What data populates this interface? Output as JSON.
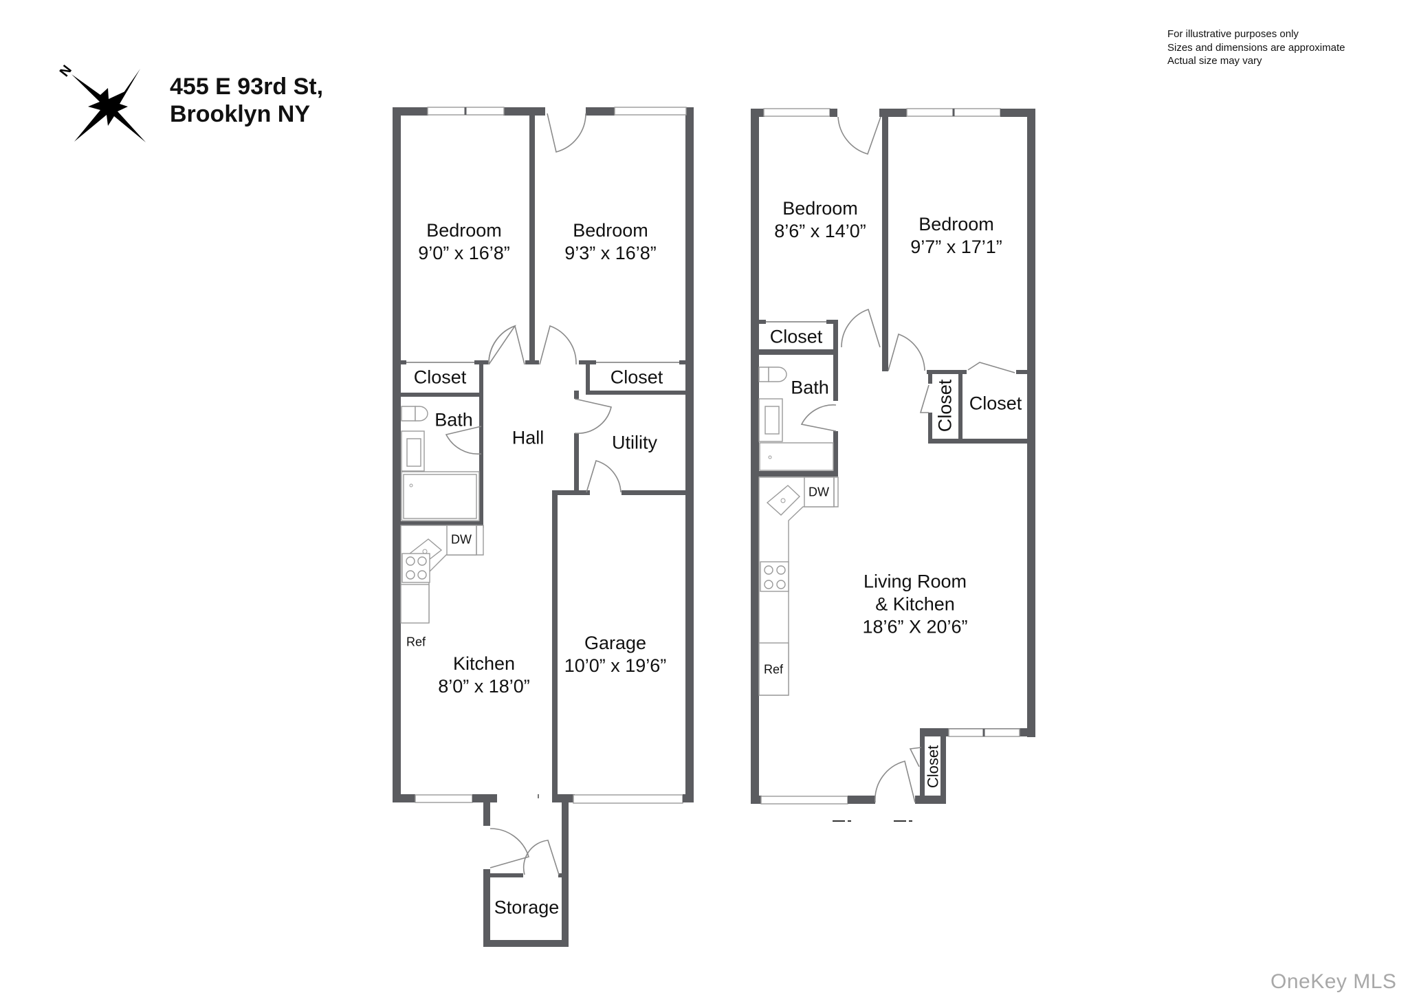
{
  "header": {
    "address_line1": "455 E 93rd St,",
    "address_line2": "Brooklyn NY",
    "compass_label": "N",
    "compass_icon": "north-arrow-compass-star"
  },
  "disclaimer": {
    "line1": "For illustrative purposes only",
    "line2": "Sizes and dimensions are approximate",
    "line3": "Actual size may vary"
  },
  "watermark": "OneKey MLS",
  "colors": {
    "wall": "#5b5c60",
    "fixture_stroke": "#9a9a9a",
    "text": "#111111",
    "watermark": "#a8a8a8"
  },
  "lower_plan": {
    "rooms": [
      {
        "name": "Bedroom",
        "dims": "9’0” x 16’8”"
      },
      {
        "name": "Bedroom",
        "dims": "9’3” x 16’8”"
      },
      {
        "name": "Closet"
      },
      {
        "name": "Closet"
      },
      {
        "name": "Bath"
      },
      {
        "name": "Hall"
      },
      {
        "name": "Utility"
      },
      {
        "name": "Kitchen",
        "dims": "8’0” x 18’0”"
      },
      {
        "name": "Garage",
        "dims": "10’0” x 19’6”"
      },
      {
        "name": "Storage"
      }
    ],
    "appliances": {
      "dw": "DW",
      "ref": "Ref"
    }
  },
  "upper_plan": {
    "rooms": [
      {
        "name": "Bedroom",
        "dims": "8’6” x 14’0”"
      },
      {
        "name": "Bedroom",
        "dims": "9’7” x 17’1”"
      },
      {
        "name": "Closet"
      },
      {
        "name": "Bath"
      },
      {
        "name": "Closet"
      },
      {
        "name": "Closet"
      },
      {
        "name": "Living Room",
        "name2": "& Kitchen",
        "dims": "18’6” X 20’6”"
      },
      {
        "name": "Closet"
      }
    ],
    "appliances": {
      "dw": "DW",
      "ref": "Ref"
    }
  }
}
